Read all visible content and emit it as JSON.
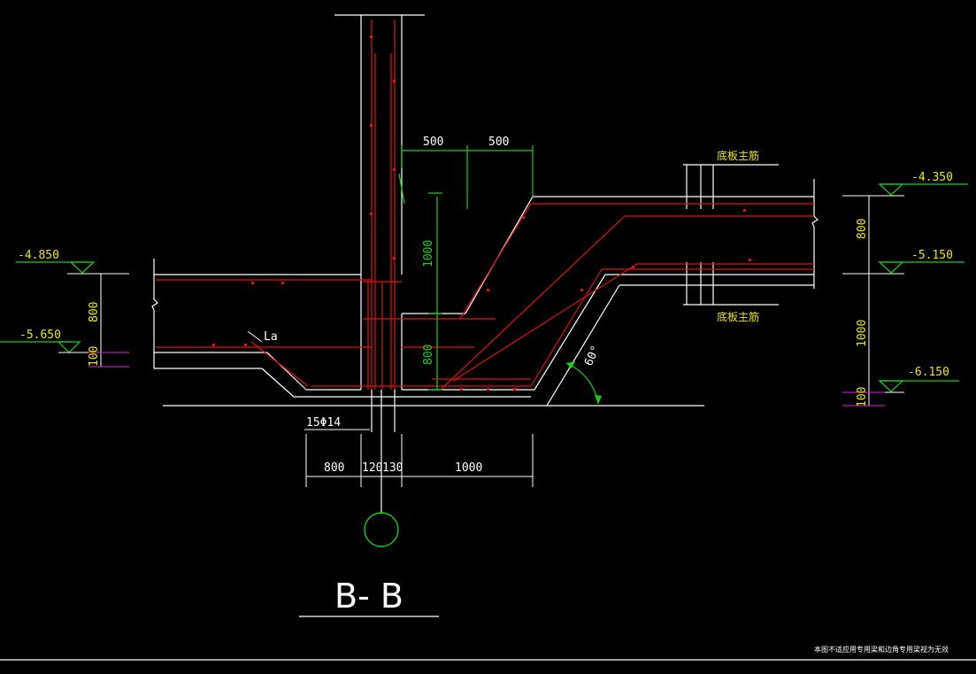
{
  "drawing": {
    "section_title": "B- B",
    "footnote": "本图不适应用专用梁和边角专用梁视为无效"
  },
  "elevations": {
    "left_top": "-4.850",
    "left_bottom": "-5.650",
    "right_top": "-4.350",
    "right_mid": "-5.150",
    "right_bottom": "-6.150"
  },
  "dimensions": {
    "top_500_a": "500",
    "top_500_b": "500",
    "green_1000": "1000",
    "green_800": "800",
    "left_800": "800",
    "left_100": "100",
    "right_800": "800",
    "right_1000": "1000",
    "right_100": "100",
    "bottom_800": "800",
    "bottom_120": "120",
    "bottom_130": "130",
    "bottom_1000": "1000"
  },
  "labels": {
    "la": "La",
    "rebar": "15Φ14",
    "angle": "60°",
    "slab_main_rebar_top": "底板主筋",
    "slab_main_rebar_bottom": "底板主筋"
  }
}
